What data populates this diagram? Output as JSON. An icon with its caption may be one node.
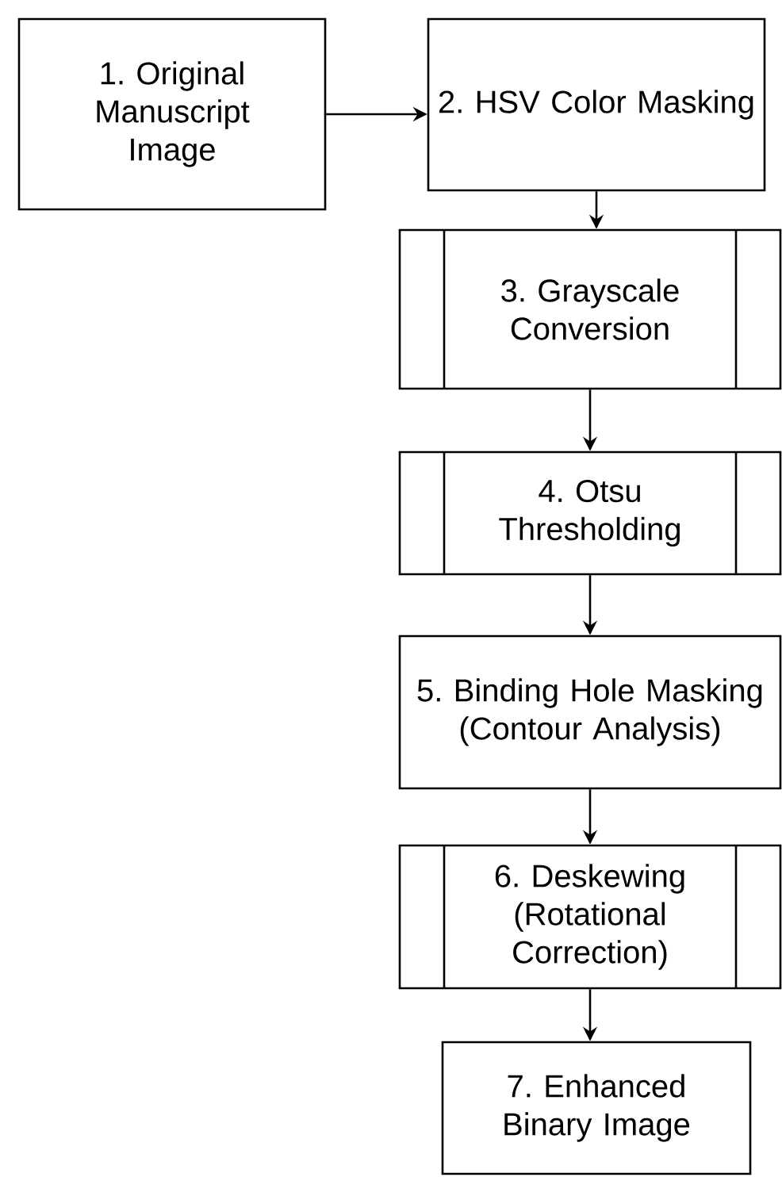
{
  "diagram": {
    "nodes": [
      {
        "text": [
          "1. Original Manuscript Image"
        ]
      },
      {
        "text": [
          "2. HSV Color Masking"
        ]
      },
      {
        "text": [
          "3. Grayscale Conversion"
        ]
      },
      {
        "text": [
          "4. Otsu Thresholding"
        ]
      },
      {
        "text": [
          "5. Binding Hole Masking (Contour Analysis)"
        ]
      },
      {
        "text": [
          "6. Deskewing (Rotational Correction)"
        ]
      },
      {
        "text": [
          "7. Enhanced Binary Image"
        ]
      }
    ],
    "edges": [
      {
        "from": 0,
        "to": 1,
        "arrow": "to"
      },
      {
        "from": 1,
        "to": 2,
        "arrow": "to"
      },
      {
        "from": 2,
        "to": 3,
        "arrow": "to"
      },
      {
        "from": 3,
        "to": 4,
        "arrow": "to"
      },
      {
        "from": 4,
        "to": 5,
        "arrow": "to"
      },
      {
        "from": 5,
        "to": 6,
        "arrow": "to"
      }
    ]
  }
}
